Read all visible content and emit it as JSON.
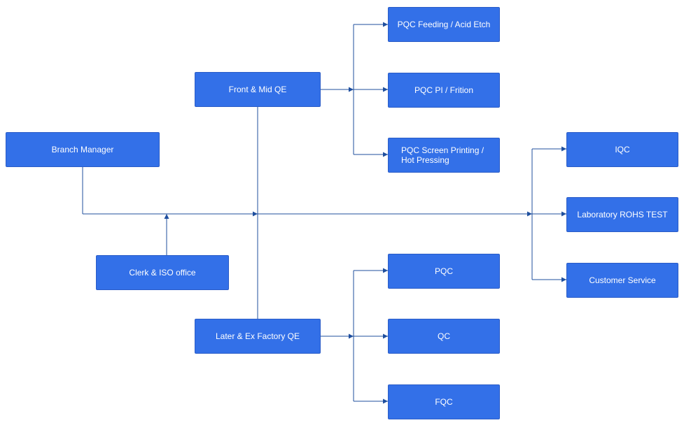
{
  "diagram": {
    "nodes": {
      "branch_manager": "Branch Manager",
      "clerk_iso": "Clerk & ISO office",
      "front_mid_qe": "Front & Mid QE",
      "later_ex_factory_qe": "Later & Ex Factory QE",
      "pqc_feeding": "PQC Feeding / Acid Etch",
      "pqc_pi": "PQC PI / Frition",
      "pqc_screen": "PQC  Screen Printing /\nHot Pressing",
      "pqc": "PQC",
      "qc": "QC",
      "fqc": "FQC",
      "iqc": "IQC",
      "lab_rohs": "Laboratory ROHS TEST",
      "customer_service": "Customer Service"
    },
    "colors": {
      "node_fill": "#3370e8",
      "node_border": "#2a5cc7",
      "connector": "#1f4f9e",
      "text": "#ffffff"
    }
  }
}
